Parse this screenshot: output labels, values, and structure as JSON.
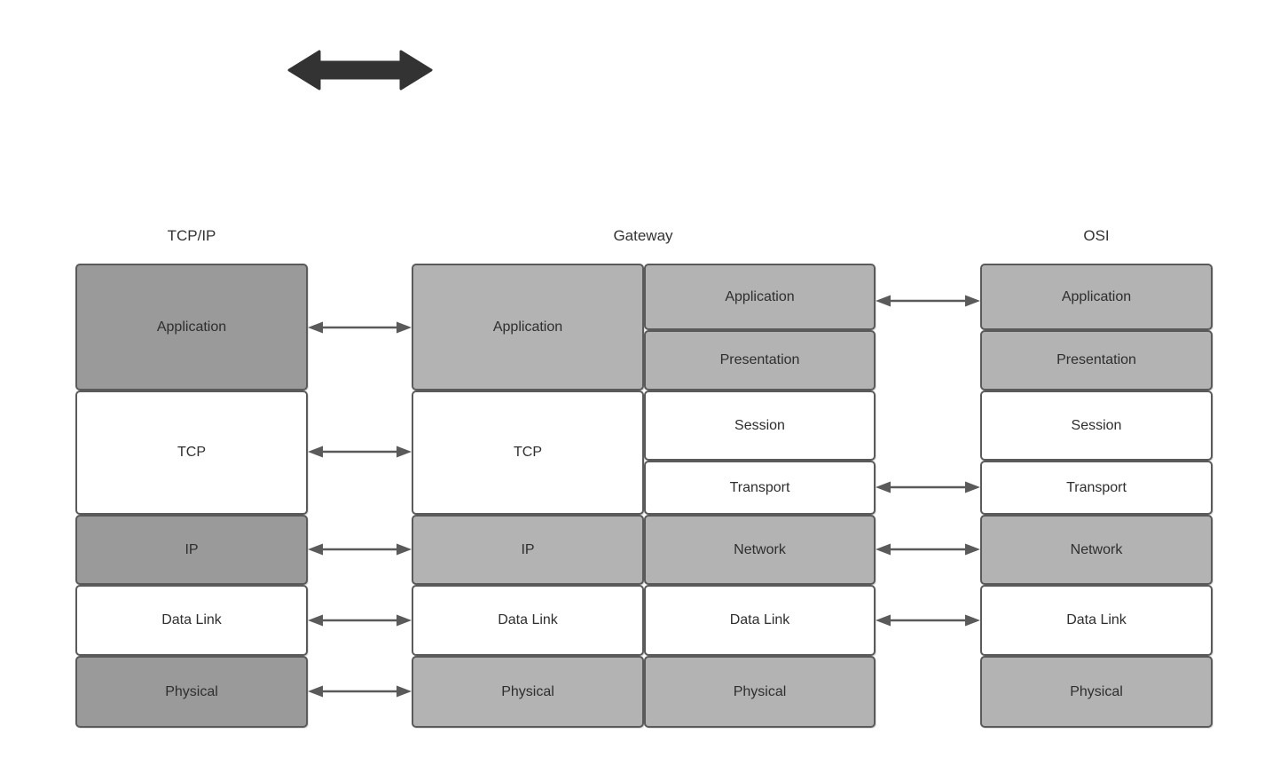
{
  "diagram": {
    "title_hidden": "",
    "colors": {
      "block_dark_gray": "#9a9a9a",
      "block_light_gray": "#b3b3b3",
      "block_white": "#ffffff",
      "block_border": "#5a5a5a",
      "text": "#2e2e2e",
      "title_text": "#333333",
      "connector": "#5a5a5a",
      "big_arrow_fill": "#333333",
      "background": "#ffffff"
    },
    "legend_arrow": {
      "name": "bidirectional-arrow",
      "direction": "both"
    },
    "columns": [
      {
        "id": "tcpip",
        "title": "TCP/IP",
        "sub_columns": [
          {
            "id": "tcpip-layers",
            "layers": [
              {
                "label": "Application",
                "fill": "dark"
              },
              {
                "label": "TCP",
                "fill": "white"
              },
              {
                "label": "IP",
                "fill": "dark"
              },
              {
                "label": "Data Link",
                "fill": "white"
              },
              {
                "label": "Physical",
                "fill": "dark"
              }
            ]
          }
        ]
      },
      {
        "id": "gateway",
        "title": "Gateway",
        "sub_columns": [
          {
            "id": "gateway-tcpip-side",
            "layers": [
              {
                "label": "Application",
                "fill": "light"
              },
              {
                "label": "TCP",
                "fill": "white"
              },
              {
                "label": "IP",
                "fill": "light"
              },
              {
                "label": "Data Link",
                "fill": "white"
              },
              {
                "label": "Physical",
                "fill": "light"
              }
            ]
          },
          {
            "id": "gateway-osi-side",
            "layers": [
              {
                "label": "Application",
                "fill": "light"
              },
              {
                "label": "Presentation",
                "fill": "light"
              },
              {
                "label": "Session",
                "fill": "white"
              },
              {
                "label": "Transport",
                "fill": "white"
              },
              {
                "label": "Network",
                "fill": "light"
              },
              {
                "label": "Data Link",
                "fill": "white"
              },
              {
                "label": "Physical",
                "fill": "light"
              }
            ]
          }
        ]
      },
      {
        "id": "osi",
        "title": "OSI",
        "sub_columns": [
          {
            "id": "osi-layers",
            "layers": [
              {
                "label": "Application",
                "fill": "light"
              },
              {
                "label": "Presentation",
                "fill": "light"
              },
              {
                "label": "Session",
                "fill": "white"
              },
              {
                "label": "Transport",
                "fill": "white"
              },
              {
                "label": "Network",
                "fill": "light"
              },
              {
                "label": "Data Link",
                "fill": "white"
              },
              {
                "label": "Physical",
                "fill": "light"
              }
            ]
          }
        ]
      }
    ],
    "connectors_left": [
      {
        "from": "Application",
        "to": "Application",
        "direction": "both"
      },
      {
        "from": "TCP",
        "to": "TCP",
        "direction": "both"
      },
      {
        "from": "IP",
        "to": "IP",
        "direction": "both"
      },
      {
        "from": "Data Link",
        "to": "Data Link",
        "direction": "both"
      },
      {
        "from": "Physical",
        "to": "Physical",
        "direction": "both"
      }
    ],
    "connectors_right": [
      {
        "from": "Application",
        "to": "Application",
        "direction": "both"
      },
      {
        "from": "Transport",
        "to": "Transport",
        "direction": "both"
      },
      {
        "from": "Network",
        "to": "Network",
        "direction": "both"
      },
      {
        "from": "Data Link",
        "to": "Data Link",
        "direction": "both"
      }
    ]
  }
}
